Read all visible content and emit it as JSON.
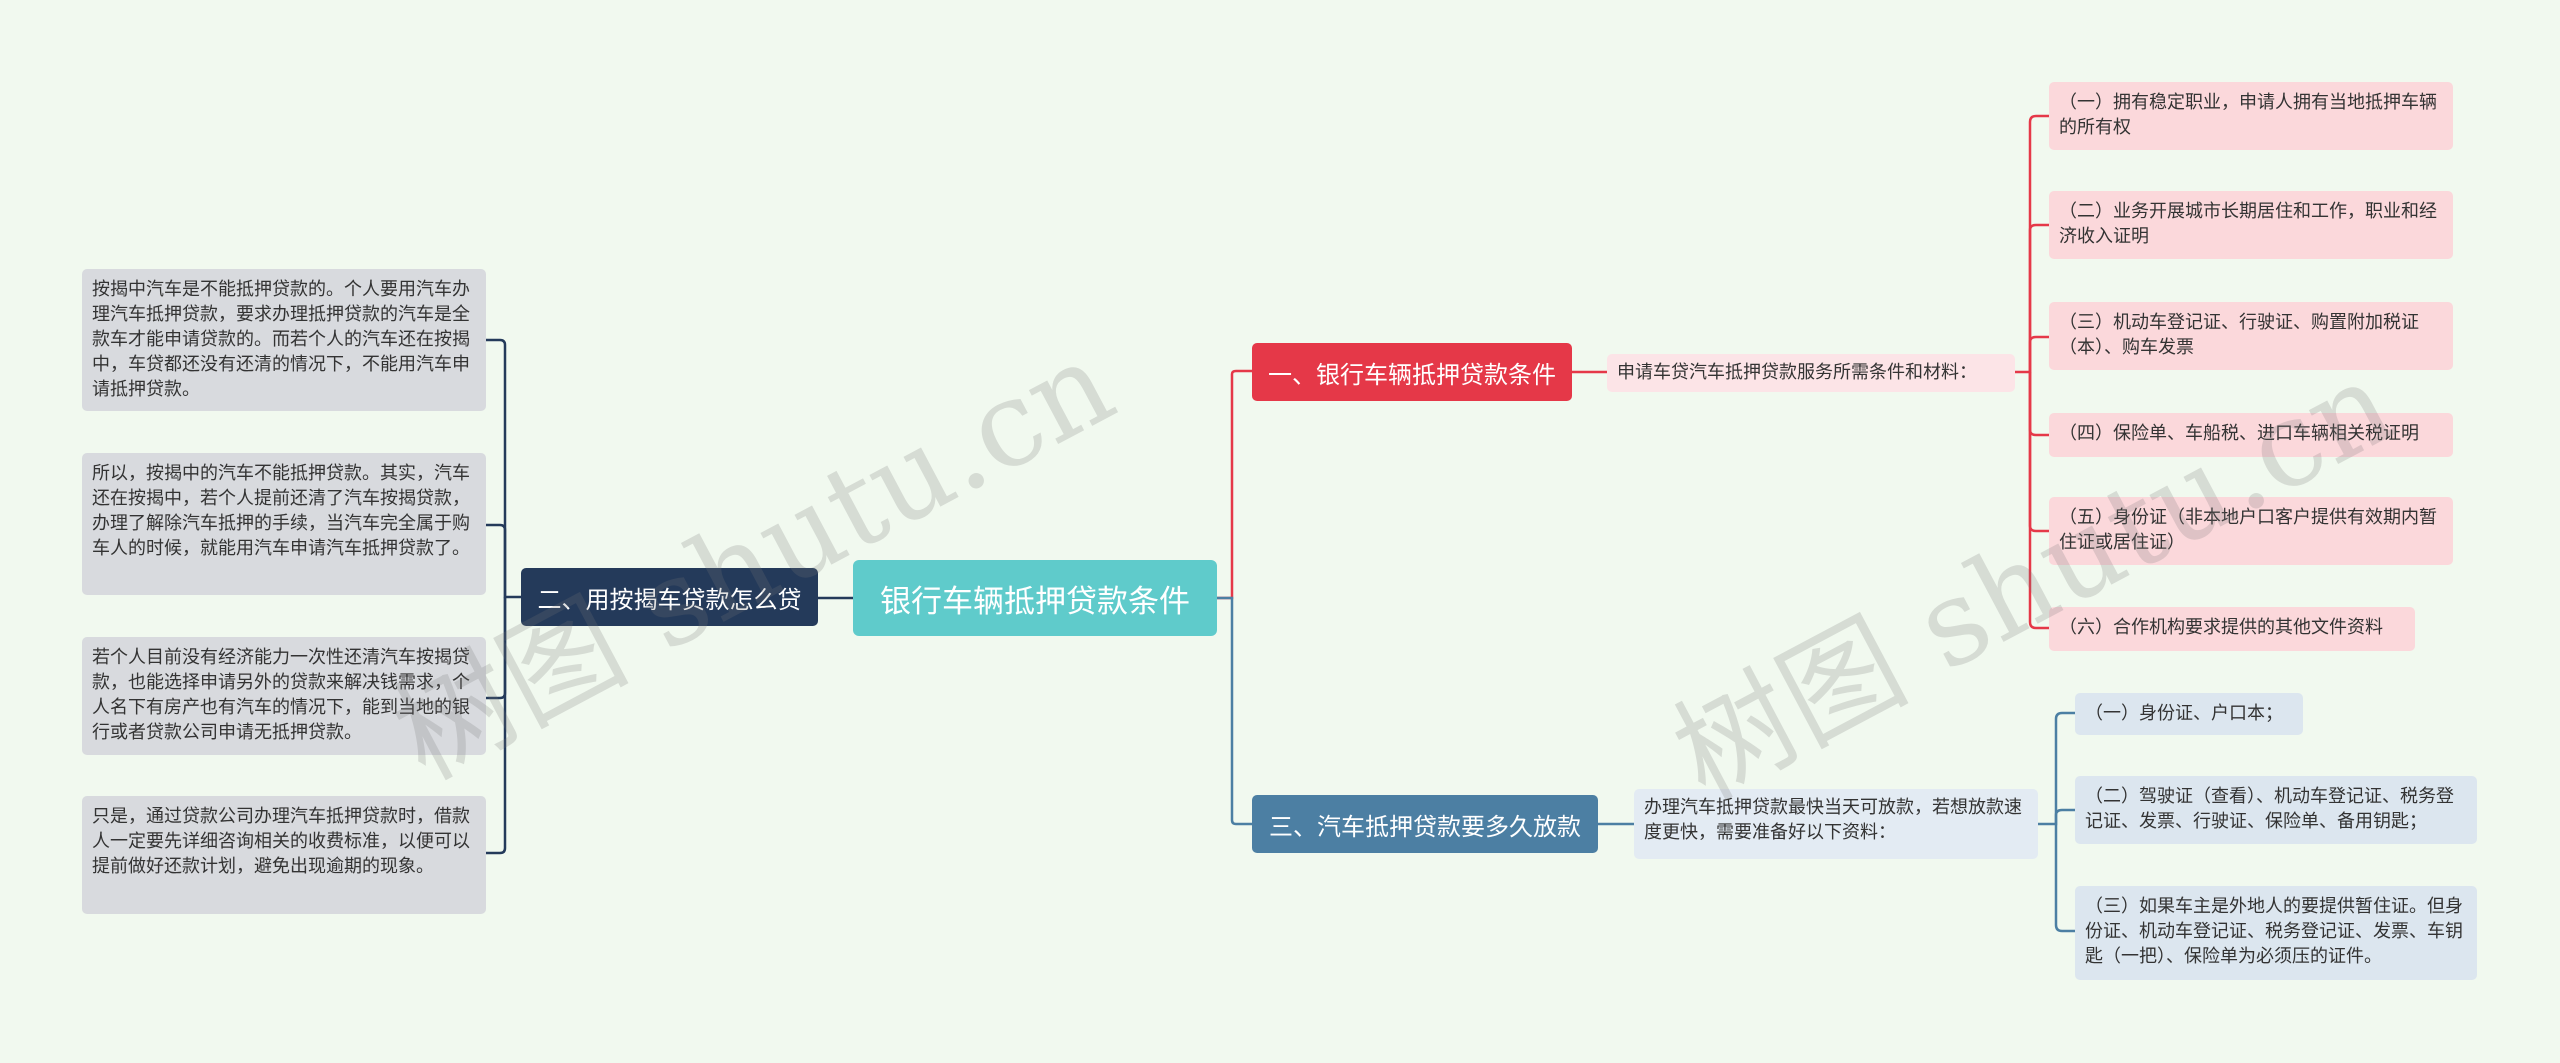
{
  "root": {
    "label": "银行车辆抵押贷款条件"
  },
  "branches": {
    "left": {
      "label": "二、用按揭车贷款怎么贷",
      "color": "#243a5a"
    },
    "red": {
      "label": "一、银行车辆抵押贷款条件",
      "color": "#e53848"
    },
    "blue": {
      "label": "三、汽车抵押贷款要多久放款",
      "color": "#4c7fa3"
    }
  },
  "red_mid": {
    "text": "申请车贷汽车抵押贷款服务所需条件和材料："
  },
  "red_leaves": [
    "（一）拥有稳定职业，申请人拥有当地抵押车辆的所有权",
    "（二）业务开展城市长期居住和工作，职业和经济收入证明",
    "（三）机动车登记证、行驶证、购置附加税证（本）、购车发票",
    "（四）保险单、车船税、进口车辆相关税证明",
    "（五）身份证（非本地户口客户提供有效期内暂住证或居住证）",
    "（六）合作机构要求提供的其他文件资料"
  ],
  "blue_mid": {
    "text": "办理汽车抵押贷款最快当天可放款，若想放款速度更快，需要准备好以下资料："
  },
  "blue_leaves": [
    "（一）身份证、户口本；",
    "（二）驾驶证（查看）、机动车登记证、税务登记证、发票、行驶证、保险单、备用钥匙；",
    "（三）如果车主是外地人的要提供暂住证。但身份证、机动车登记证、税务登记证、发票、车钥匙（一把）、保险单为必须压的证件。"
  ],
  "left_leaves": [
    "按揭中汽车是不能抵押贷款的。个人要用汽车办理汽车抵押贷款，要求办理抵押贷款的汽车是全款车才能申请贷款的。而若个人的汽车还在按揭中，车贷都还没有还清的情况下，不能用汽车申请抵押贷款。",
    "所以，按揭中的汽车不能抵押贷款。其实，汽车还在按揭中，若个人提前还清了汽车按揭贷款，办理了解除汽车抵押的手续，当汽车完全属于购车人的时候，就能用汽车申请汽车抵押贷款了。",
    "若个人目前没有经济能力一次性还清汽车按揭贷款，也能选择申请另外的贷款来解决钱需求，个人名下有房产也有汽车的情况下，能到当地的银行或者贷款公司申请无抵押贷款。",
    "只是，通过贷款公司办理汽车抵押贷款时，借款人一定要先详细咨询相关的收费标准，以便可以提前做好还款计划，避免出现逾期的现象。"
  ],
  "watermarks": [
    "树图 shutu.cn",
    "树图 shutu.cn"
  ]
}
